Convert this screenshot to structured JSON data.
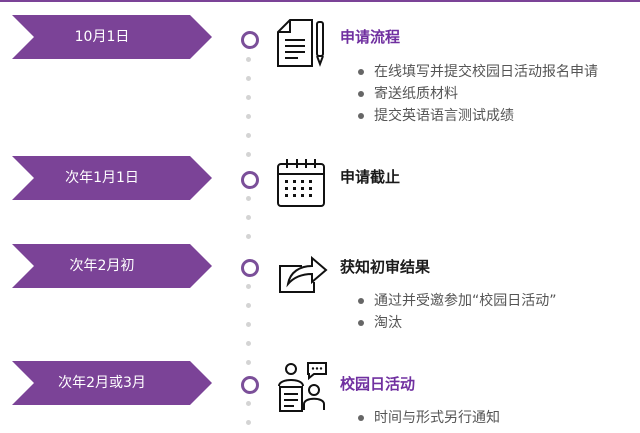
{
  "colors": {
    "accent": "#7b4397",
    "ring": "#7b4f99",
    "title_purple": "#7030a0"
  },
  "stages": [
    {
      "date": "10月1日",
      "title": "申请流程",
      "icon": "document-pen-icon",
      "bullets": [
        "在线填写并提交校园日活动报名申请",
        "寄送纸质材料",
        "提交英语语言测试成绩"
      ]
    },
    {
      "date": "次年1月1日",
      "title": "申请截止",
      "icon": "calendar-icon",
      "bullets": []
    },
    {
      "date": "次年2月初",
      "title": "获知初审结果",
      "icon": "share-arrow-icon",
      "bullets": [
        "通过并受邀参加“校园日活动”",
        "淘汰"
      ]
    },
    {
      "date": "次年2月或3月",
      "title": "校园日活动",
      "icon": "interview-icon",
      "bullets": [
        "时间与形式另行通知"
      ]
    }
  ]
}
